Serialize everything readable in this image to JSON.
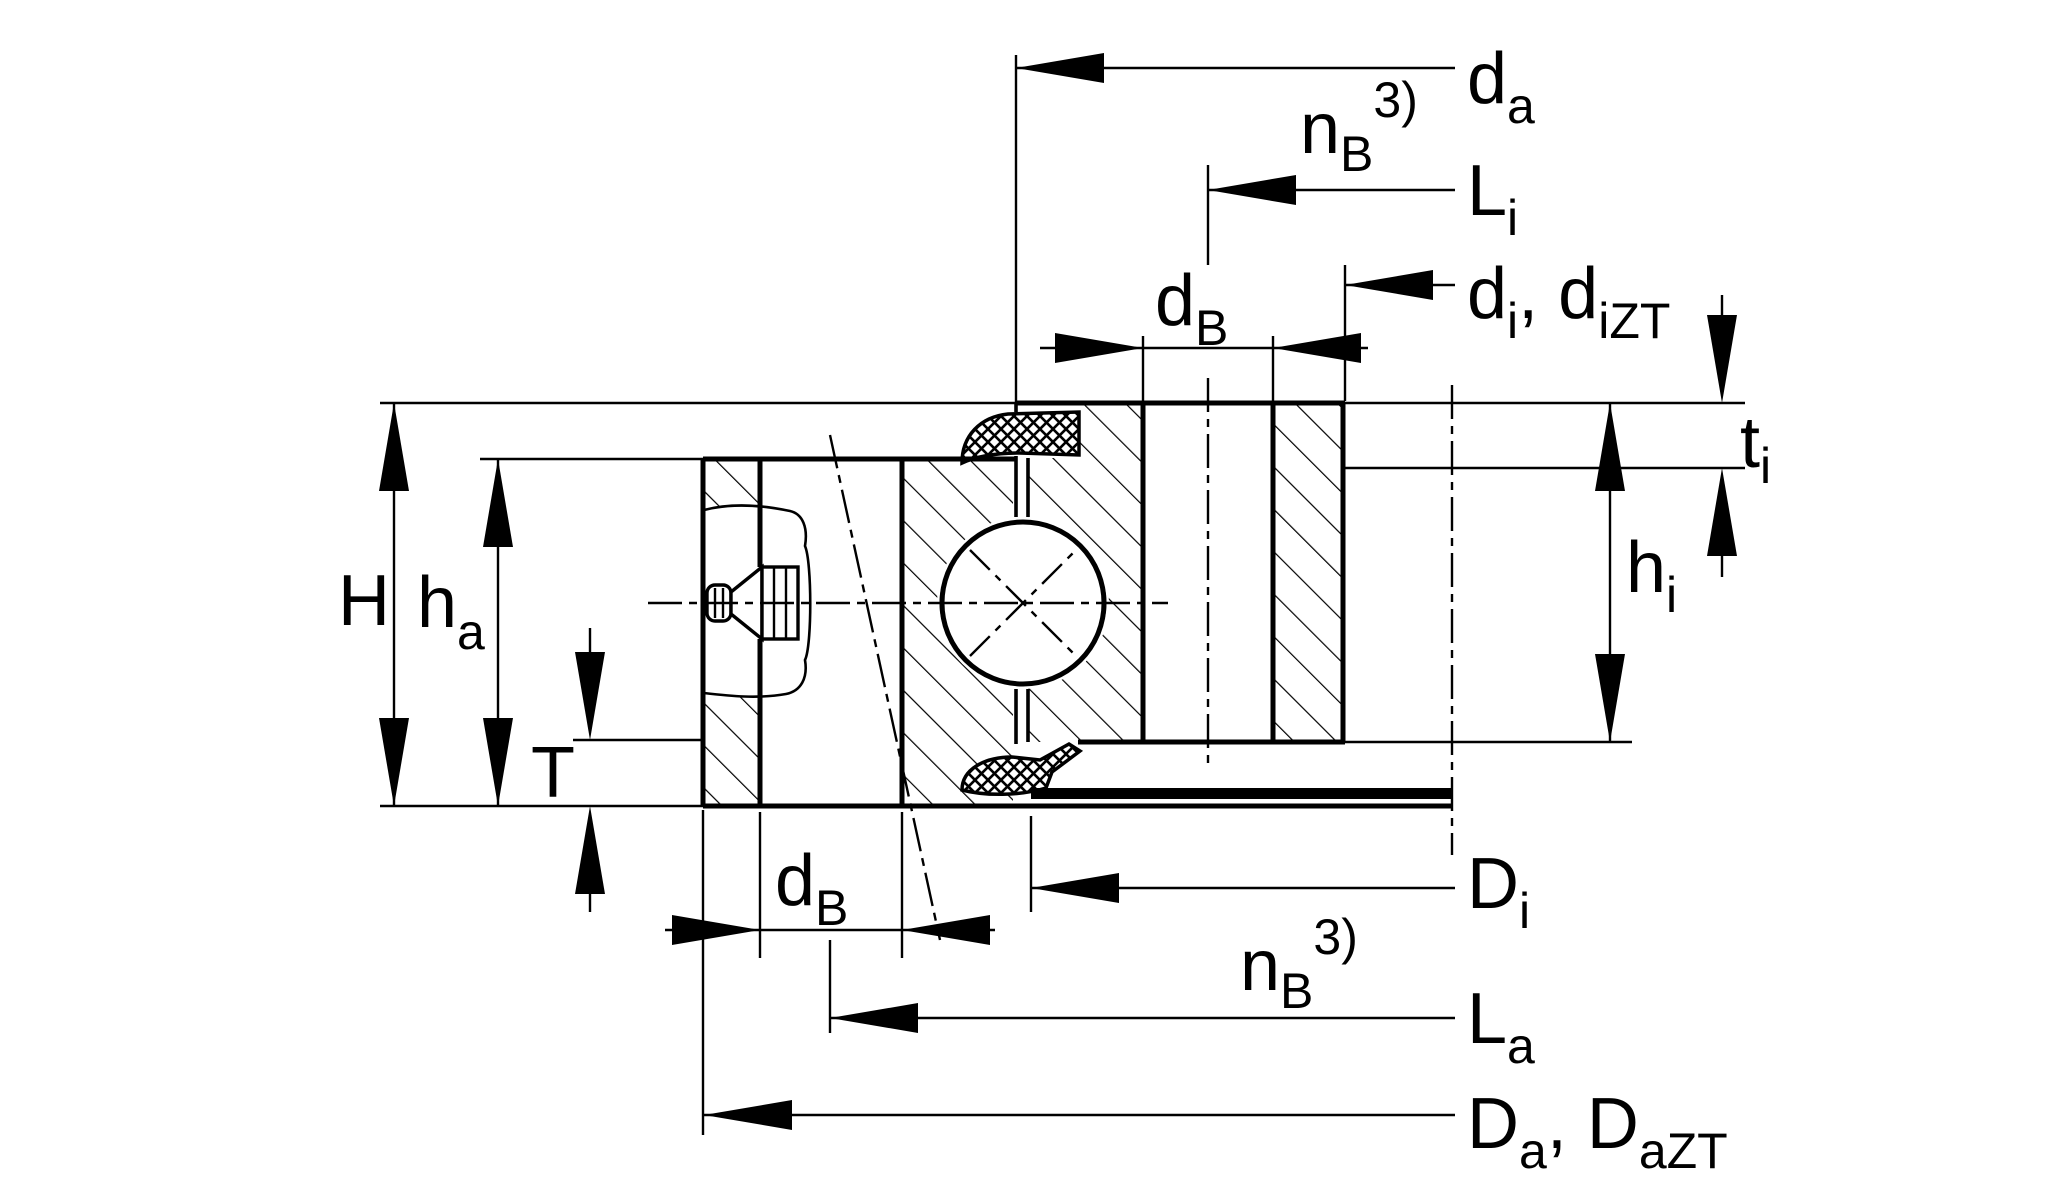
{
  "colors": {
    "line": "#000000",
    "background": "#ffffff"
  },
  "labels": {
    "da": {
      "base": "d",
      "sub": "a"
    },
    "nb_top": {
      "base": "n",
      "sub": "B",
      "sup": "3)"
    },
    "li": {
      "base": "L",
      "sub": "i"
    },
    "di_dizt": {
      "p1": "d",
      "s1": "i",
      "p2": ", d",
      "s2": "iZT"
    },
    "db_top": {
      "base": "d",
      "sub": "B"
    },
    "ti": {
      "base": "t",
      "sub": "i"
    },
    "hi": {
      "base": "h",
      "sub": "i"
    },
    "H": {
      "base": "H"
    },
    "ha": {
      "base": "h",
      "sub": "a"
    },
    "T": {
      "base": "T"
    },
    "db_bottom": {
      "base": "d",
      "sub": "B"
    },
    "Di": {
      "base": "D",
      "sub": "i"
    },
    "nb_bottom": {
      "base": "n",
      "sub": "B",
      "sup": "3)"
    },
    "La": {
      "base": "L",
      "sub": "a"
    },
    "Da_DaZT": {
      "p1": "D",
      "s1": "a",
      "p2": ", D",
      "s2": "aZT"
    }
  }
}
